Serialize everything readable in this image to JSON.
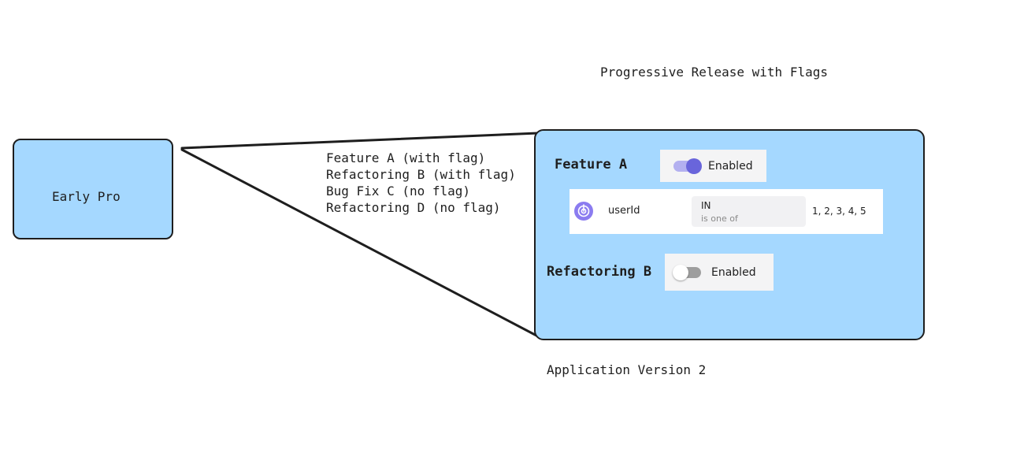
{
  "diagram": {
    "title": "Progressive Release with Flags",
    "source_box_label": "Early Pro",
    "changes": [
      "Feature A (with flag)",
      "Refactoring B (with flag)",
      "Bug Fix C (no flag)",
      "Refactoring D (no flag)"
    ],
    "version_label": "Application Version 2"
  },
  "flags": {
    "feature_a": {
      "name": "Feature A",
      "toggle_label": "Enabled",
      "enabled": true,
      "rule": {
        "attribute": "userId",
        "operator_code": "IN",
        "operator_desc": "is one of",
        "values": "1, 2, 3, 4, 5"
      }
    },
    "refactoring_b": {
      "name": "Refactoring B",
      "toggle_label": "Enabled",
      "enabled": false
    }
  },
  "colors": {
    "box_fill": "#a5d8ff",
    "stroke": "#1e1e1e",
    "toggle_on_knob": "#6965db",
    "toggle_on_track": "#b3b0f0",
    "toggle_off_track": "#9e9e9e",
    "toggle_off_knob": "#ffffff",
    "rule_icon": "#8b7cf0",
    "card_bg": "#f4f4f5"
  },
  "icons": {
    "rule_icon": "target-icon"
  }
}
